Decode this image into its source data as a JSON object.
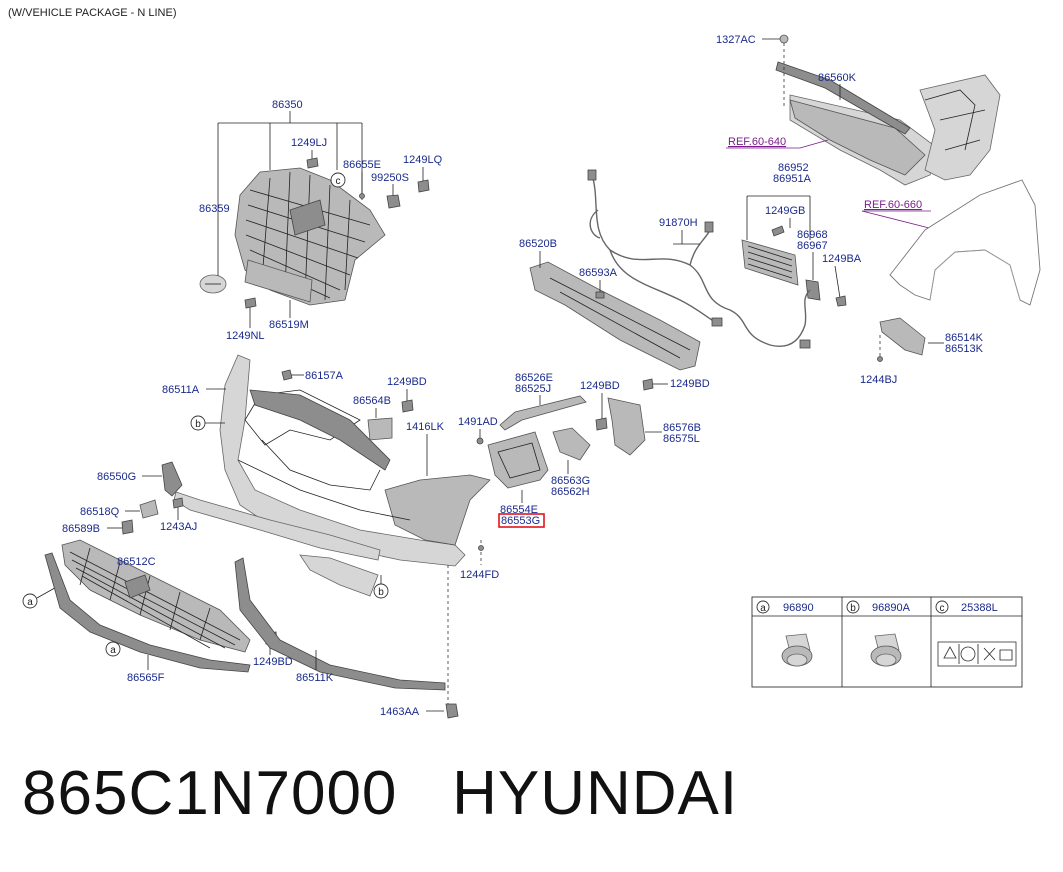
{
  "header_note": "(W/VEHICLE PACKAGE - N LINE)",
  "footer": {
    "part_number": "865C1N7000",
    "brand": "HYUNDAI"
  },
  "labels": {
    "l_1327AC": "1327AC",
    "l_86560K": "86560K",
    "l_86350": "86350",
    "l_1249LJ": "1249LJ",
    "l_86655E": "86655E",
    "l_1249LQ": "1249LQ",
    "l_99250S": "99250S",
    "l_86359": "86359",
    "l_86519M": "86519M",
    "l_1249NL": "1249NL",
    "l_86952": "86952",
    "l_86951A": "86951A",
    "l_1249GB": "1249GB",
    "l_86968": "86968",
    "l_86967": "86967",
    "l_1249BA": "1249BA",
    "l_91870H": "91870H",
    "l_86520B": "86520B",
    "l_86593A": "86593A",
    "l_86514K": "86514K",
    "l_86513K": "86513K",
    "l_1244BJ": "1244BJ",
    "l_86511A": "86511A",
    "l_86157A": "86157A",
    "l_1249BD_1": "1249BD",
    "l_86564B": "86564B",
    "l_1416LK": "1416LK",
    "l_86526E": "86526E",
    "l_86525J": "86525J",
    "l_1249BD_2": "1249BD",
    "l_1249BD_3": "1249BD",
    "l_1491AD": "1491AD",
    "l_86576B": "86576B",
    "l_86575L": "86575L",
    "l_86563G": "86563G",
    "l_86562H": "86562H",
    "l_86554E": "86554E",
    "l_86553G": "86553G",
    "l_86550G": "86550G",
    "l_86518Q": "86518Q",
    "l_86589B": "86589B",
    "l_1243AJ": "1243AJ",
    "l_1244FD": "1244FD",
    "l_86512C": "86512C",
    "l_1249BD_4": "1249BD",
    "l_86565F": "86565F",
    "l_86511K": "86511K",
    "l_1463AA": "1463AA"
  },
  "refs": {
    "ref1": "REF.60-640",
    "ref2": "REF.60-660"
  },
  "callouts": {
    "a": "a",
    "b": "b",
    "c": "c"
  },
  "legend": [
    {
      "key": "a",
      "part": "96890"
    },
    {
      "key": "b",
      "part": "96890A"
    },
    {
      "key": "c",
      "part": "25388L"
    }
  ],
  "highlight_color": "#e0141e",
  "label_color": "#1a2a8c",
  "ref_color": "#7a1d8a"
}
